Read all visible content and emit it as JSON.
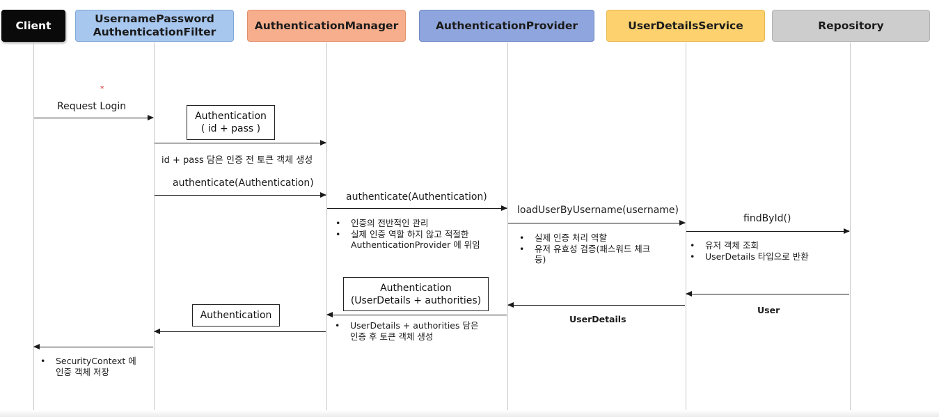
{
  "participants": {
    "client": "Client",
    "filter_line1": "UsernamePassword",
    "filter_line2": "AuthenticationFilter",
    "manager": "AuthenticationManager",
    "provider": "AuthenticationProvider",
    "uds": "UserDetailsService",
    "repo": "Repository"
  },
  "marker": "*",
  "messages": {
    "request_login": "Request Login",
    "auth_box_line1": "Authentication",
    "auth_box_line2": "( id + pass )",
    "pre_token_prefix": "id + pass",
    "pre_token_suffix": " 담은 인증 전 토큰 객체 생성",
    "authenticate_1": "authenticate(Authentication)",
    "authenticate_2": "authenticate(Authentication)",
    "load_user": "loadUserByUsername(username)",
    "find_by_id": "findById()",
    "user_return": "User",
    "userdetails_return": "UserDetails",
    "auth_result_box_line1": "Authentication",
    "auth_result_box_line2": "(UserDetails +  authorities)",
    "auth_box_final": "Authentication"
  },
  "notes": {
    "manager": [
      "인증의 전반적인 관리",
      "실제 인증 역할 하지 않고 적절한",
      "AuthenticationProvider 에 위임"
    ],
    "provider": [
      "실제 인증 처리 역할",
      "유저 유효성 검증(패스워드 체크",
      "등)"
    ],
    "uds": [
      "유저 객체 조회",
      "UserDetails 타입으로 반환"
    ],
    "post_token": [
      "UserDetails +  authorities 담은",
      "인증 후 토큰 객체 생성"
    ],
    "client": [
      "SecurityContext 에",
      "인증 객체 저장"
    ]
  },
  "bullet": "•",
  "colors": {
    "client": "#0a0a0a",
    "filter": "#a7c7ee",
    "manager": "#f7ae8c",
    "provider": "#8fa5dd",
    "uds": "#fcd16e",
    "repo": "#cdcdcd"
  }
}
